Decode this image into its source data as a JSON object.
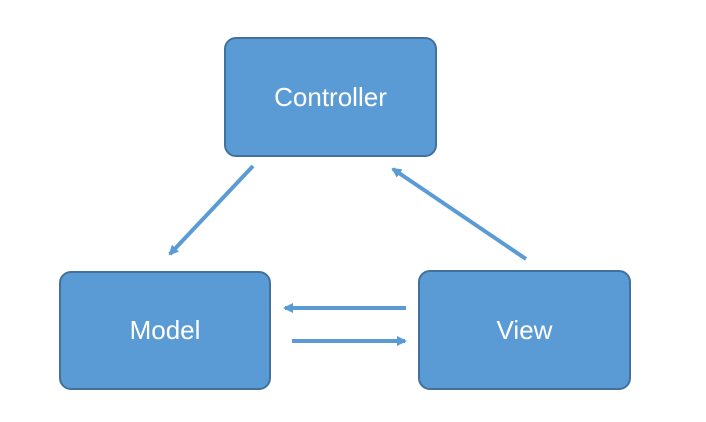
{
  "diagram": {
    "nodes": {
      "controller": {
        "label": "Controller"
      },
      "model": {
        "label": "Model"
      },
      "view": {
        "label": "View"
      }
    },
    "edges": [
      {
        "from": "controller",
        "to": "model"
      },
      {
        "from": "view",
        "to": "controller"
      },
      {
        "from": "view",
        "to": "model"
      },
      {
        "from": "model",
        "to": "view"
      }
    ],
    "colors": {
      "node_fill": "#5b9bd5",
      "node_border": "#41719c",
      "arrow": "#5b9bd5",
      "label": "#ffffff"
    }
  }
}
